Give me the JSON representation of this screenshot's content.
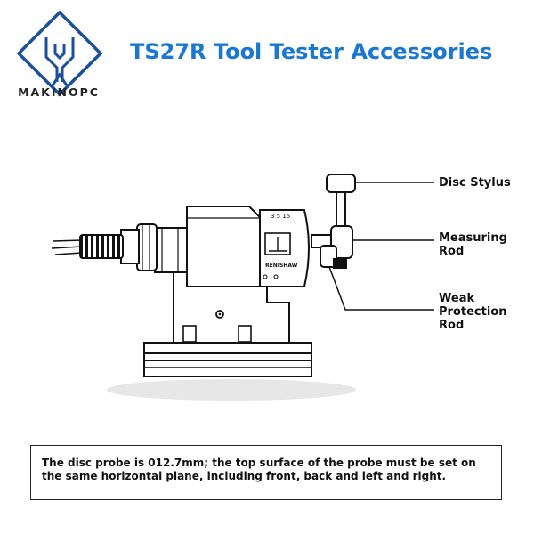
{
  "brand": {
    "name": "MAKINOPC"
  },
  "header": {
    "title": "TS27R Tool Tester Accessories"
  },
  "diagram": {
    "body_mark": "RENISHAW",
    "callouts": {
      "disc_stylus": "Disc Stylus",
      "measuring_rod": "Measuring Rod",
      "weak_protection_rod": "Weak Protection Rod"
    }
  },
  "note": {
    "text": "The disc probe is 012.7mm; the top surface of the probe must be set on the same horizontal plane, including front, back and left and right."
  },
  "colors": {
    "title": "#1a78d2",
    "logo": "#1c4f9c"
  }
}
